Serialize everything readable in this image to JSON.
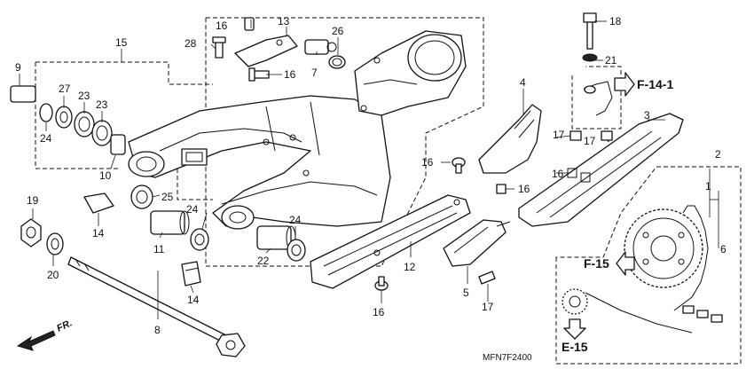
{
  "diagram": {
    "figure_code": "MFN7F2400",
    "front_indicator": "FR.",
    "references": {
      "chain_side": "F-14-1",
      "sprocket": "F-15",
      "drive": "E-15"
    },
    "callouts": {
      "n1": "1",
      "n2": "2",
      "n3": "3",
      "n4": "4",
      "n5": "5",
      "n6": "6",
      "n7": "7",
      "n8": "8",
      "n9": "9",
      "n10": "10",
      "n11": "11",
      "n12": "12",
      "n13": "13",
      "n14a": "14",
      "n14b": "14",
      "n15": "15",
      "n16a": "16",
      "n16b": "16",
      "n16c": "16",
      "n16d": "16",
      "n16e": "16",
      "n16f": "16",
      "n17a": "17",
      "n17b": "17",
      "n17c": "17",
      "n18": "18",
      "n19": "19",
      "n20": "20",
      "n21": "21",
      "n22": "22",
      "n23a": "23",
      "n23b": "23",
      "n24a": "24",
      "n24b": "24",
      "n24c": "24",
      "n25": "25",
      "n26": "26",
      "n27": "27",
      "n28": "28"
    }
  }
}
